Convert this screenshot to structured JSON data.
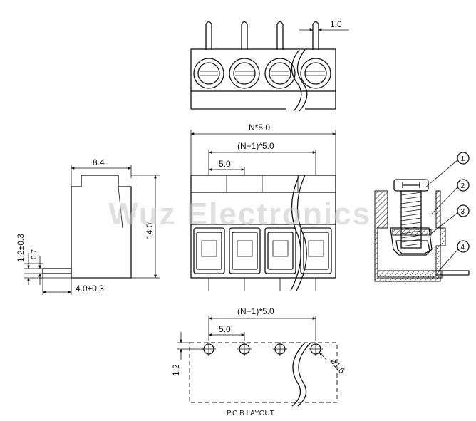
{
  "watermark": "Wuz Electronics",
  "top_view": {
    "pitch_note": "1.0"
  },
  "front_view": {
    "overall_width": "N*5.0",
    "span_width": "(N−1)*5.0",
    "pitch": "5.0"
  },
  "side_view": {
    "top_width": "8.4",
    "height": "14.0",
    "pin_offset": "1.2±0.3",
    "pin_thickness": "0.7",
    "pin_length": "4.0±0.3"
  },
  "section_view": {
    "callouts": [
      "1",
      "2",
      "3",
      "4"
    ]
  },
  "pcb_layout": {
    "span_width": "(N−1)*5.0",
    "pitch": "5.0",
    "edge_offset": "1.2",
    "hole_diameter": "ø1.6",
    "caption": "P.C.B.LAYOUT"
  }
}
